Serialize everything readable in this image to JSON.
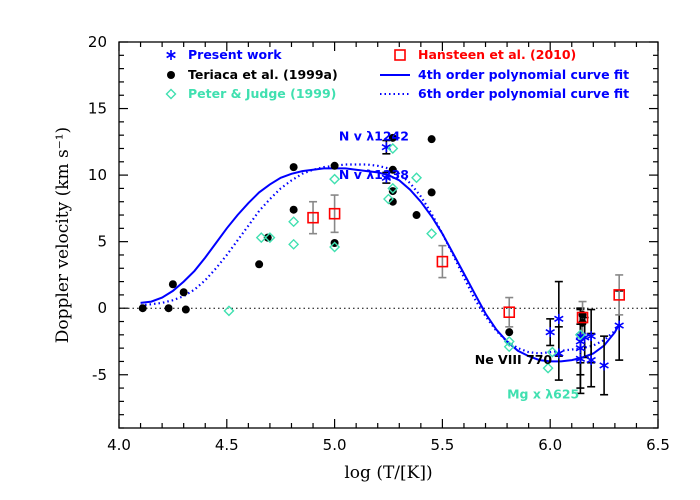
{
  "chart_data": {
    "type": "scatter",
    "xlabel": "log (T/[K])",
    "ylabel": "Doppler velocity (km s⁻¹)",
    "xlim": [
      4.0,
      6.5
    ],
    "ylim": [
      -9,
      20
    ],
    "xticks": [
      {
        "value": 4.0,
        "label": "4.0"
      },
      {
        "value": 4.5,
        "label": "4.5"
      },
      {
        "value": 5.0,
        "label": "5.0"
      },
      {
        "value": 5.5,
        "label": "5.5"
      },
      {
        "value": 6.0,
        "label": "6.0"
      },
      {
        "value": 6.5,
        "label": "6.5"
      }
    ],
    "yticks": [
      {
        "value": -5,
        "label": "-5"
      },
      {
        "value": 0,
        "label": "0"
      },
      {
        "value": 5,
        "label": "5"
      },
      {
        "value": 10,
        "label": "10"
      },
      {
        "value": 15,
        "label": "15"
      },
      {
        "value": 20,
        "label": "20"
      }
    ],
    "zero_line": 0,
    "legend": [
      {
        "label": "Present work",
        "color": "#0000ff",
        "marker": "asterisk"
      },
      {
        "label": "Teriaca et al. (1999a)",
        "color": "#000000",
        "marker": "circle"
      },
      {
        "label": "Peter & Judge (1999)",
        "color": "#40e0b0",
        "marker": "diamond"
      },
      {
        "label": "Hansteen et al. (2010)",
        "color": "#ff0000",
        "marker": "square"
      },
      {
        "label": "4th order polynomial curve fit",
        "color": "#0000ff",
        "marker": "solid-line"
      },
      {
        "label": "6th order polynomial curve fit",
        "color": "#0000ff",
        "marker": "dotted-line"
      }
    ],
    "annotations": [
      {
        "text": "N v λ1242",
        "x": 5.02,
        "y": 12.6,
        "color": "#0000ff"
      },
      {
        "text": "N v λ1238",
        "x": 5.02,
        "y": 9.7,
        "color": "#0000ff"
      },
      {
        "text": "Ne VIII 770",
        "x": 5.65,
        "y": -4.2,
        "color": "#000000"
      },
      {
        "text": "Mg x λ625",
        "x": 5.8,
        "y": -6.8,
        "color": "#40e0b0"
      }
    ],
    "series": [
      {
        "name": "Present work",
        "color": "#0000ff",
        "marker": "asterisk",
        "points": [
          {
            "x": 5.24,
            "y": 12.1,
            "err": 0.5
          },
          {
            "x": 5.24,
            "y": 9.8,
            "err": 0.4
          },
          {
            "x": 6.0,
            "y": -1.8,
            "err": 1.0
          },
          {
            "x": 6.04,
            "y": -0.8,
            "err": 2.8
          },
          {
            "x": 6.04,
            "y": -3.4,
            "err": 2.0
          },
          {
            "x": 6.14,
            "y": -2.1,
            "err": 2.0
          },
          {
            "x": 6.14,
            "y": -2.5,
            "err": 2.5
          },
          {
            "x": 6.14,
            "y": -3.0,
            "err": 3.0
          },
          {
            "x": 6.14,
            "y": -3.8,
            "err": 2.6
          },
          {
            "x": 6.16,
            "y": -2.2,
            "err": 1.5
          },
          {
            "x": 6.19,
            "y": -3.9,
            "err": 2.0
          },
          {
            "x": 6.19,
            "y": -2.1,
            "err": 2.0
          },
          {
            "x": 6.25,
            "y": -4.3,
            "err": 2.2
          },
          {
            "x": 6.32,
            "y": -1.3,
            "err": 2.6
          }
        ]
      },
      {
        "name": "Teriaca et al. (1999a)",
        "color": "#000000",
        "marker": "circle",
        "points": [
          {
            "x": 4.11,
            "y": 0.0
          },
          {
            "x": 4.23,
            "y": 0.0
          },
          {
            "x": 4.25,
            "y": 1.8
          },
          {
            "x": 4.3,
            "y": 1.2
          },
          {
            "x": 4.31,
            "y": -0.1
          },
          {
            "x": 4.65,
            "y": 3.3
          },
          {
            "x": 4.69,
            "y": 5.3
          },
          {
            "x": 4.81,
            "y": 10.6
          },
          {
            "x": 4.81,
            "y": 7.4
          },
          {
            "x": 5.0,
            "y": 10.7
          },
          {
            "x": 5.0,
            "y": 4.9
          },
          {
            "x": 5.27,
            "y": 12.8
          },
          {
            "x": 5.27,
            "y": 10.4
          },
          {
            "x": 5.27,
            "y": 8.8
          },
          {
            "x": 5.27,
            "y": 8.0
          },
          {
            "x": 5.38,
            "y": 7.0
          },
          {
            "x": 5.45,
            "y": 12.7
          },
          {
            "x": 5.45,
            "y": 8.7
          },
          {
            "x": 5.81,
            "y": -1.8
          },
          {
            "x": 6.15,
            "y": -0.5
          },
          {
            "x": 6.15,
            "y": -1.1
          }
        ]
      },
      {
        "name": "Peter & Judge (1999)",
        "color": "#40e0b0",
        "marker": "diamond",
        "points": [
          {
            "x": 4.51,
            "y": -0.2
          },
          {
            "x": 4.66,
            "y": 5.3
          },
          {
            "x": 4.7,
            "y": 5.3
          },
          {
            "x": 4.81,
            "y": 6.5
          },
          {
            "x": 4.81,
            "y": 4.8
          },
          {
            "x": 5.0,
            "y": 9.7
          },
          {
            "x": 5.0,
            "y": 4.6
          },
          {
            "x": 5.25,
            "y": 8.2
          },
          {
            "x": 5.27,
            "y": 12.0
          },
          {
            "x": 5.27,
            "y": 9.0
          },
          {
            "x": 5.38,
            "y": 9.8
          },
          {
            "x": 5.45,
            "y": 5.6
          },
          {
            "x": 5.81,
            "y": -2.5
          },
          {
            "x": 5.81,
            "y": -2.9
          },
          {
            "x": 5.99,
            "y": -4.5
          },
          {
            "x": 6.01,
            "y": -3.3
          },
          {
            "x": 6.14,
            "y": -2.0
          }
        ]
      },
      {
        "name": "Hansteen et al. (2010)",
        "color": "#ff0000",
        "marker": "square",
        "points": [
          {
            "x": 4.9,
            "y": 6.8,
            "err": 1.2
          },
          {
            "x": 5.0,
            "y": 7.1,
            "err": 1.4
          },
          {
            "x": 5.5,
            "y": 3.5,
            "err": 1.2
          },
          {
            "x": 5.81,
            "y": -0.3,
            "err": 1.1
          },
          {
            "x": 6.15,
            "y": -0.7,
            "err": 1.2
          },
          {
            "x": 6.32,
            "y": 1.0,
            "err": 1.5
          }
        ]
      },
      {
        "name": "4th order polynomial curve fit",
        "color": "#0000ff",
        "style": "solid",
        "x": [
          4.1,
          4.15,
          4.2,
          4.25,
          4.3,
          4.35,
          4.4,
          4.45,
          4.5,
          4.55,
          4.6,
          4.65,
          4.7,
          4.75,
          4.8,
          4.85,
          4.9,
          4.95,
          5.0,
          5.05,
          5.1,
          5.15,
          5.2,
          5.25,
          5.3,
          5.35,
          5.4,
          5.45,
          5.5,
          5.55,
          5.6,
          5.65,
          5.7,
          5.75,
          5.8,
          5.85,
          5.9,
          5.95,
          6.0,
          6.05,
          6.1,
          6.15,
          6.2,
          6.25,
          6.3,
          6.32
        ],
        "y": [
          0.4,
          0.5,
          0.8,
          1.3,
          2.0,
          2.8,
          3.8,
          4.9,
          6.0,
          7.0,
          7.9,
          8.7,
          9.3,
          9.8,
          10.1,
          10.3,
          10.4,
          10.5,
          10.5,
          10.5,
          10.4,
          10.3,
          10.2,
          10.0,
          9.6,
          8.9,
          8.0,
          6.9,
          5.6,
          4.1,
          2.6,
          1.1,
          -0.4,
          -1.6,
          -2.5,
          -3.2,
          -3.6,
          -3.9,
          -4.0,
          -4.0,
          -3.9,
          -3.7,
          -3.4,
          -2.8,
          -1.8,
          -1.2
        ]
      },
      {
        "name": "6th order polynomial curve fit",
        "color": "#0000ff",
        "style": "dotted",
        "x": [
          4.1,
          4.15,
          4.2,
          4.25,
          4.3,
          4.35,
          4.4,
          4.45,
          4.5,
          4.55,
          4.6,
          4.65,
          4.7,
          4.75,
          4.8,
          4.85,
          4.9,
          4.95,
          5.0,
          5.05,
          5.1,
          5.15,
          5.2,
          5.25,
          5.3,
          5.35,
          5.4,
          5.45,
          5.5,
          5.55,
          5.6,
          5.65,
          5.7,
          5.75,
          5.8,
          5.85,
          5.9,
          5.95,
          6.0,
          6.05,
          6.1,
          6.15,
          6.2,
          6.25,
          6.3,
          6.32
        ],
        "y": [
          0.2,
          0.3,
          0.4,
          0.6,
          0.9,
          1.4,
          2.1,
          3.0,
          4.0,
          5.1,
          6.2,
          7.3,
          8.2,
          9.0,
          9.6,
          10.1,
          10.4,
          10.6,
          10.7,
          10.8,
          10.8,
          10.8,
          10.7,
          10.5,
          10.1,
          9.4,
          8.4,
          7.1,
          5.6,
          4.0,
          2.3,
          0.7,
          -0.6,
          -1.7,
          -2.5,
          -3.0,
          -3.3,
          -3.4,
          -3.3,
          -3.2,
          -3.1,
          -3.0,
          -2.8,
          -2.4,
          -1.7,
          -1.3
        ]
      }
    ]
  }
}
